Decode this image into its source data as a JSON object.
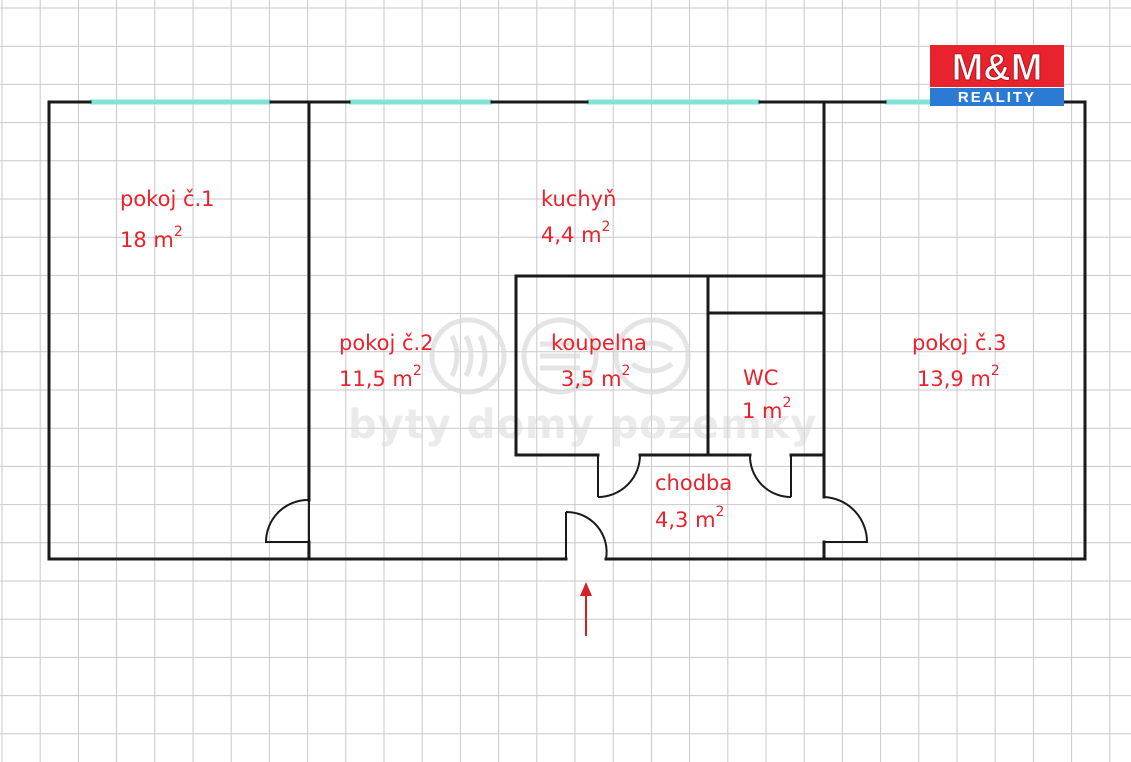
{
  "logo": {
    "brand": "M&M",
    "sub": "REALITY",
    "color": "#e8232d",
    "sub_color": "#2b7bd4"
  },
  "watermark": {
    "text": "byty domy pozemky"
  },
  "rooms": [
    {
      "id": "pokoj-1",
      "name": "pokoj č.1",
      "area": "18 m",
      "sup": "2"
    },
    {
      "id": "kuchyn",
      "name": "kuchyň",
      "area": "4,4 m",
      "sup": "2"
    },
    {
      "id": "pokoj-2",
      "name": "pokoj č.2",
      "area": "11,5 m",
      "sup": "2"
    },
    {
      "id": "koupelna",
      "name": "koupelna",
      "area": "3,5 m",
      "sup": "2"
    },
    {
      "id": "wc",
      "name": "WC",
      "area": "1 m",
      "sup": "2"
    },
    {
      "id": "pokoj-3",
      "name": "pokoj č.3",
      "area": "13,9 m",
      "sup": "2"
    },
    {
      "id": "chodba",
      "name": "chodba",
      "area": "4,3 m",
      "sup": "2"
    }
  ],
  "colors": {
    "label": "#e8232d",
    "wall": "#1a1a1a",
    "window": "#7fe3d6",
    "grid": "#c9c9c9",
    "entrance_arrow": "#d61f26"
  }
}
